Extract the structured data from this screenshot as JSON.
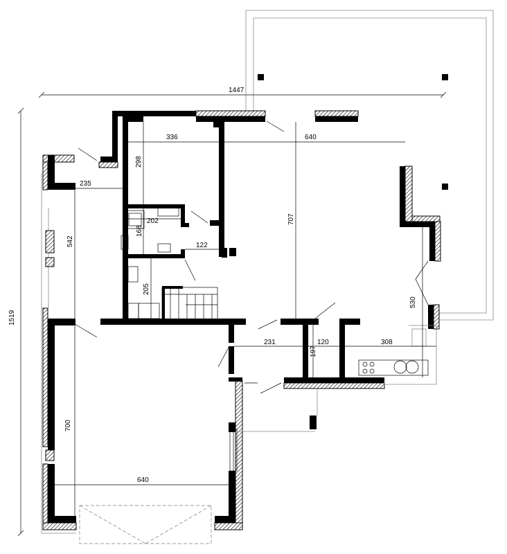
{
  "dimensions": {
    "overall_width": "1447",
    "overall_height": "1519",
    "room_top_width": "336",
    "room_top_height": "298",
    "living_width": "640",
    "living_height": "707",
    "left_room_width": "235",
    "left_room_height": "542",
    "bath_width": "202",
    "bath_height": "168",
    "wc_width": "122",
    "stair_room_height": "205",
    "hall_width": "231",
    "corridor_height": "197",
    "corridor_width": "120",
    "kitchen_width": "308",
    "terrace_height": "530",
    "garage_height": "700",
    "garage_width": "640"
  },
  "colors": {
    "wall": "#000000",
    "line": "#000000",
    "thin_line": "#888888"
  }
}
